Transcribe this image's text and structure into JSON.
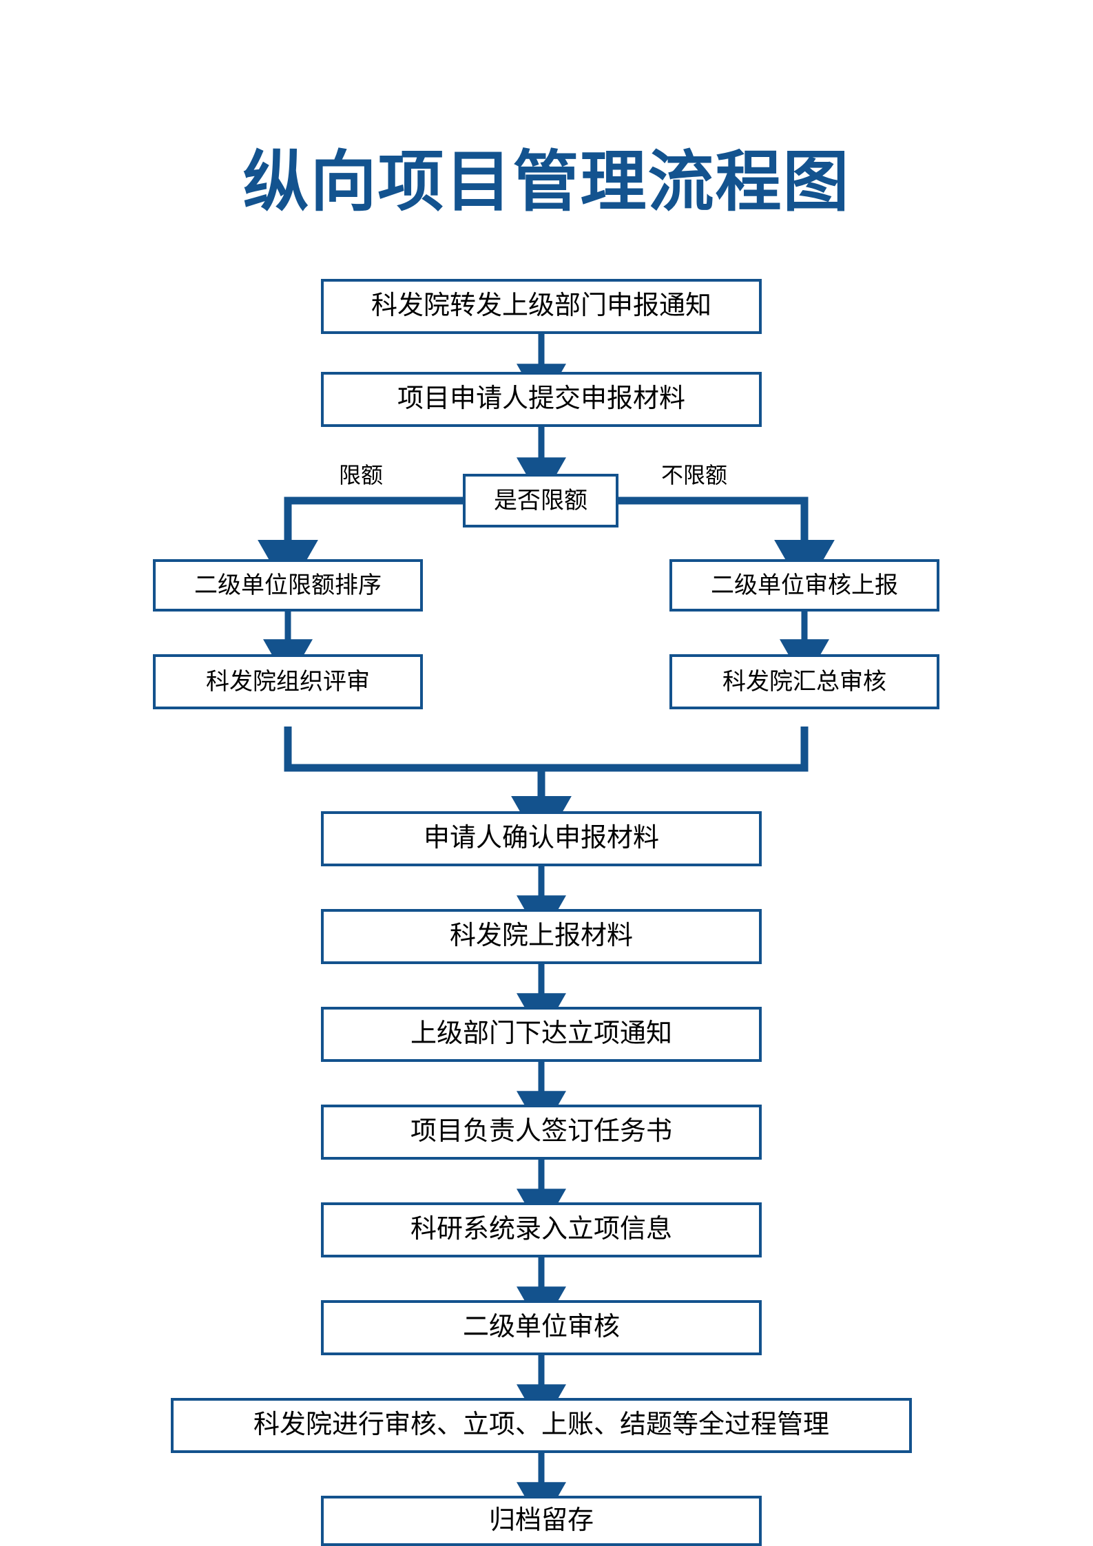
{
  "page": {
    "title": "纵向项目管理流程图",
    "accent_color": "#13528d",
    "title_color": "#13538f",
    "background": "#ffffff"
  },
  "chart_data": {
    "type": "flowchart",
    "title": "纵向项目管理流程图",
    "orientation": "top-to-bottom",
    "nodes": [
      {
        "id": "n1",
        "label": "科发院转发上级部门申报通知",
        "shape": "rect"
      },
      {
        "id": "n2",
        "label": "项目申请人提交申报材料",
        "shape": "rect"
      },
      {
        "id": "d1",
        "label": "是否限额",
        "shape": "decision"
      },
      {
        "id": "l1",
        "label": "二级单位限额排序",
        "shape": "rect"
      },
      {
        "id": "l2",
        "label": "科发院组织评审",
        "shape": "rect"
      },
      {
        "id": "r1",
        "label": "二级单位审核上报",
        "shape": "rect"
      },
      {
        "id": "r2",
        "label": "科发院汇总审核",
        "shape": "rect"
      },
      {
        "id": "n3",
        "label": "申请人确认申报材料",
        "shape": "rect"
      },
      {
        "id": "n4",
        "label": "科发院上报材料",
        "shape": "rect"
      },
      {
        "id": "n5",
        "label": "上级部门下达立项通知",
        "shape": "rect"
      },
      {
        "id": "n6",
        "label": "项目负责人签订任务书",
        "shape": "rect"
      },
      {
        "id": "n7",
        "label": "科研系统录入立项信息",
        "shape": "rect"
      },
      {
        "id": "n8",
        "label": "二级单位审核",
        "shape": "rect"
      },
      {
        "id": "n9",
        "label": "科发院进行审核、立项、上账、结题等全过程管理",
        "shape": "rect"
      },
      {
        "id": "n10",
        "label": "归档留存",
        "shape": "rect"
      }
    ],
    "edges": [
      {
        "from": "n1",
        "to": "n2",
        "label": ""
      },
      {
        "from": "n2",
        "to": "d1",
        "label": ""
      },
      {
        "from": "d1",
        "to": "l1",
        "label": "限额"
      },
      {
        "from": "d1",
        "to": "r1",
        "label": "不限额"
      },
      {
        "from": "l1",
        "to": "l2",
        "label": ""
      },
      {
        "from": "r1",
        "to": "r2",
        "label": ""
      },
      {
        "from": "l2",
        "to": "n3",
        "label": ""
      },
      {
        "from": "r2",
        "to": "n3",
        "label": ""
      },
      {
        "from": "n3",
        "to": "n4",
        "label": ""
      },
      {
        "from": "n4",
        "to": "n5",
        "label": ""
      },
      {
        "from": "n5",
        "to": "n6",
        "label": ""
      },
      {
        "from": "n6",
        "to": "n7",
        "label": ""
      },
      {
        "from": "n7",
        "to": "n8",
        "label": ""
      },
      {
        "from": "n8",
        "to": "n9",
        "label": ""
      },
      {
        "from": "n9",
        "to": "n10",
        "label": ""
      }
    ],
    "edge_labels": {
      "limited": "限额",
      "unlimited": "不限额"
    }
  }
}
